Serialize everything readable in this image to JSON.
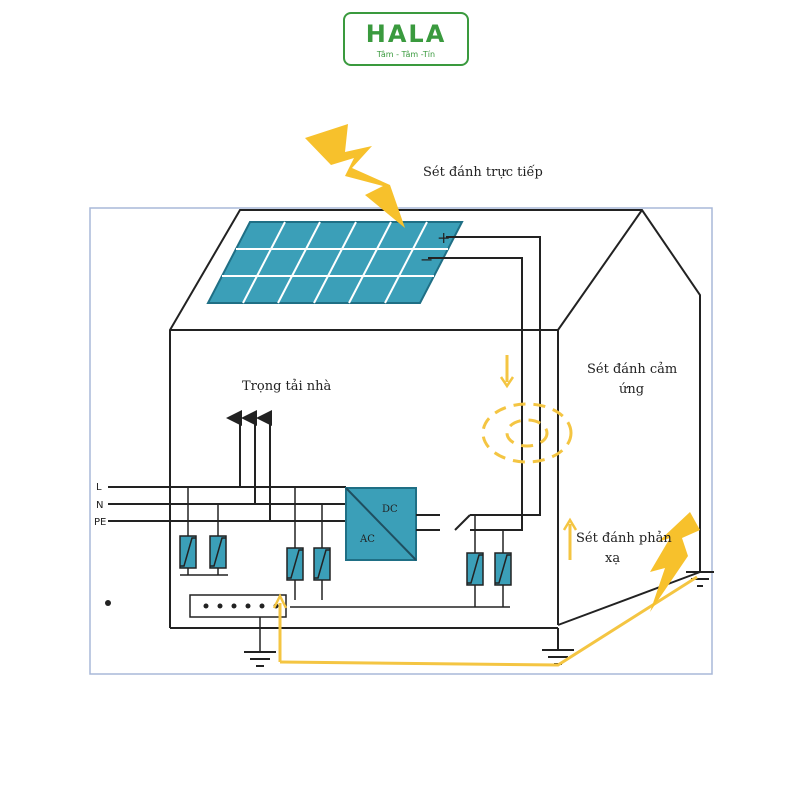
{
  "logo": {
    "word": "HALA",
    "slogan": "Tâm - Tâm -Tín",
    "color": "#3a9a3e"
  },
  "labels": {
    "direct_strike": "Sét đánh trực tiếp",
    "home_load": "Trọng tải nhà",
    "induced_strike_line1": "Sét đánh cảm",
    "induced_strike_line2": "ứng",
    "reflected_strike_line1": "Sét đánh phản",
    "reflected_strike_line2": "xạ",
    "line_L": "L",
    "line_N": "N",
    "line_PE": "PE",
    "inverter_dc": "DC",
    "inverter_ac": "AC",
    "panel_plus": "+",
    "panel_minus": "−"
  },
  "colors": {
    "panel": "#3b9fb8",
    "inverter": "#3b9fb8",
    "lightning": "#f7c12c",
    "surge_path": "#f4c542",
    "wire": "#222222",
    "frame": "#a9b8d8"
  }
}
